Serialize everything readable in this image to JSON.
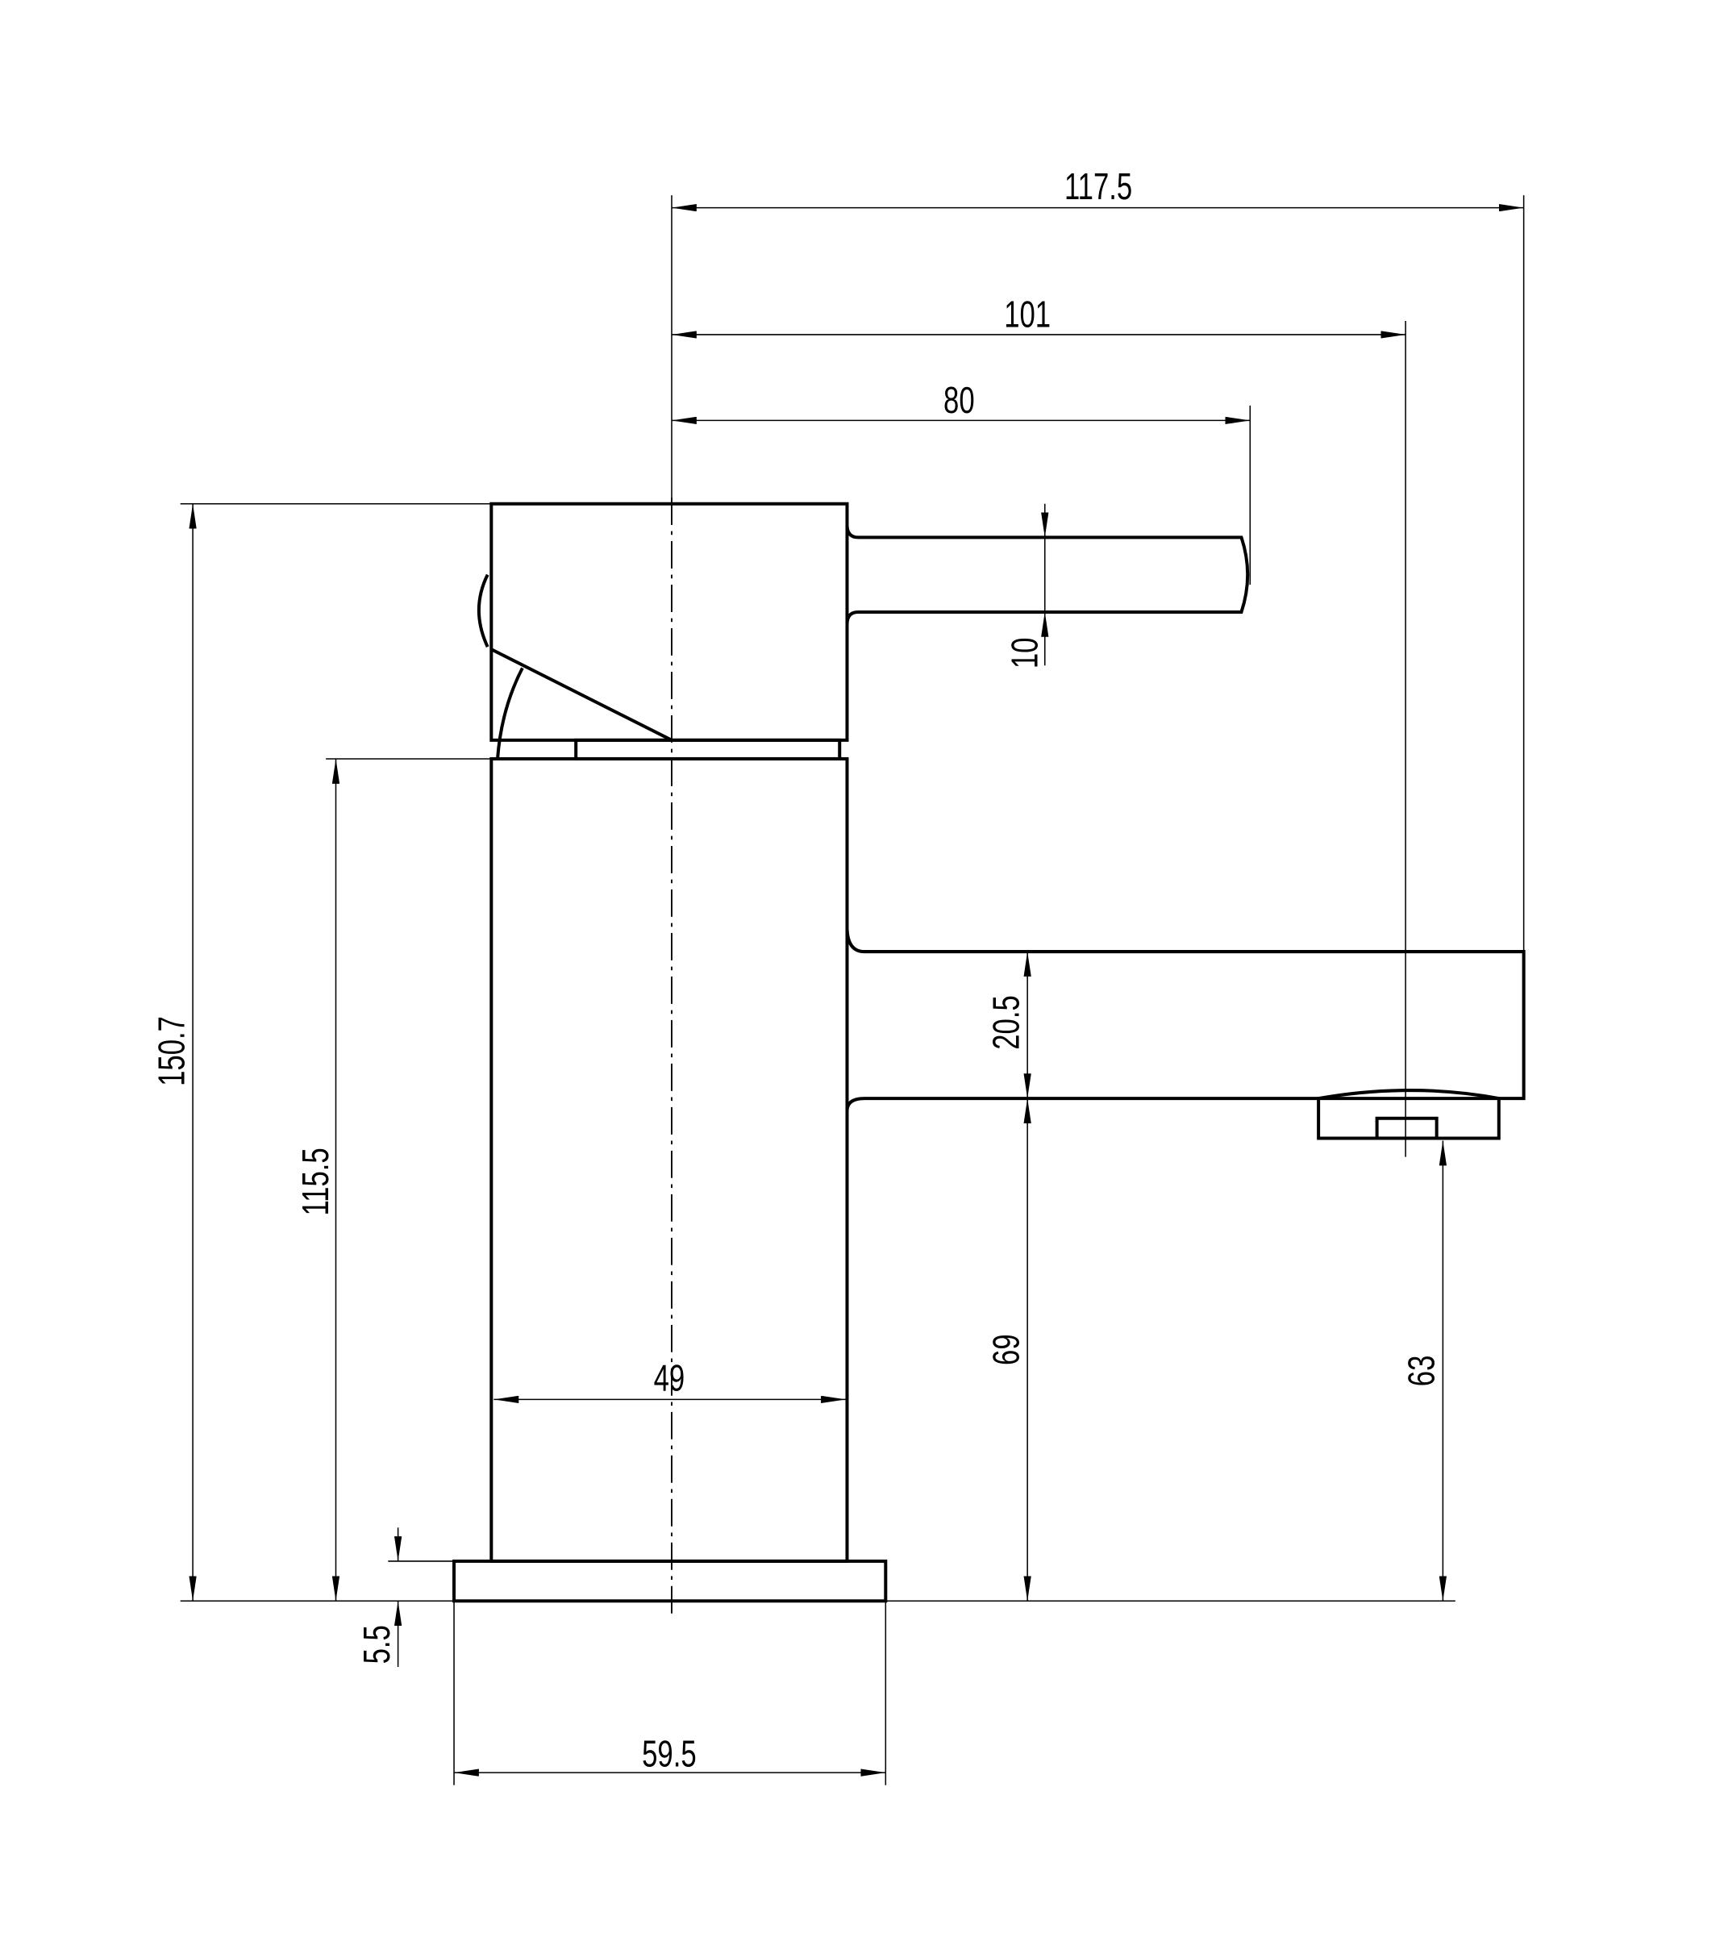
{
  "drawing": {
    "title": "Basin mixer tap side elevation",
    "line_color": "#000000",
    "background": "#ffffff",
    "dimensions": {
      "overall_reach": "117.5",
      "spout_outlet_reach": "101",
      "lever_reach": "80",
      "lever_diameter": "10",
      "overall_height": "150.7",
      "body_height": "115.5",
      "base_thickness": "5.5",
      "base_width": "59.5",
      "body_width": "49",
      "spout_thickness": "20.5",
      "spout_underside_height": "69",
      "outlet_height": "63"
    }
  }
}
